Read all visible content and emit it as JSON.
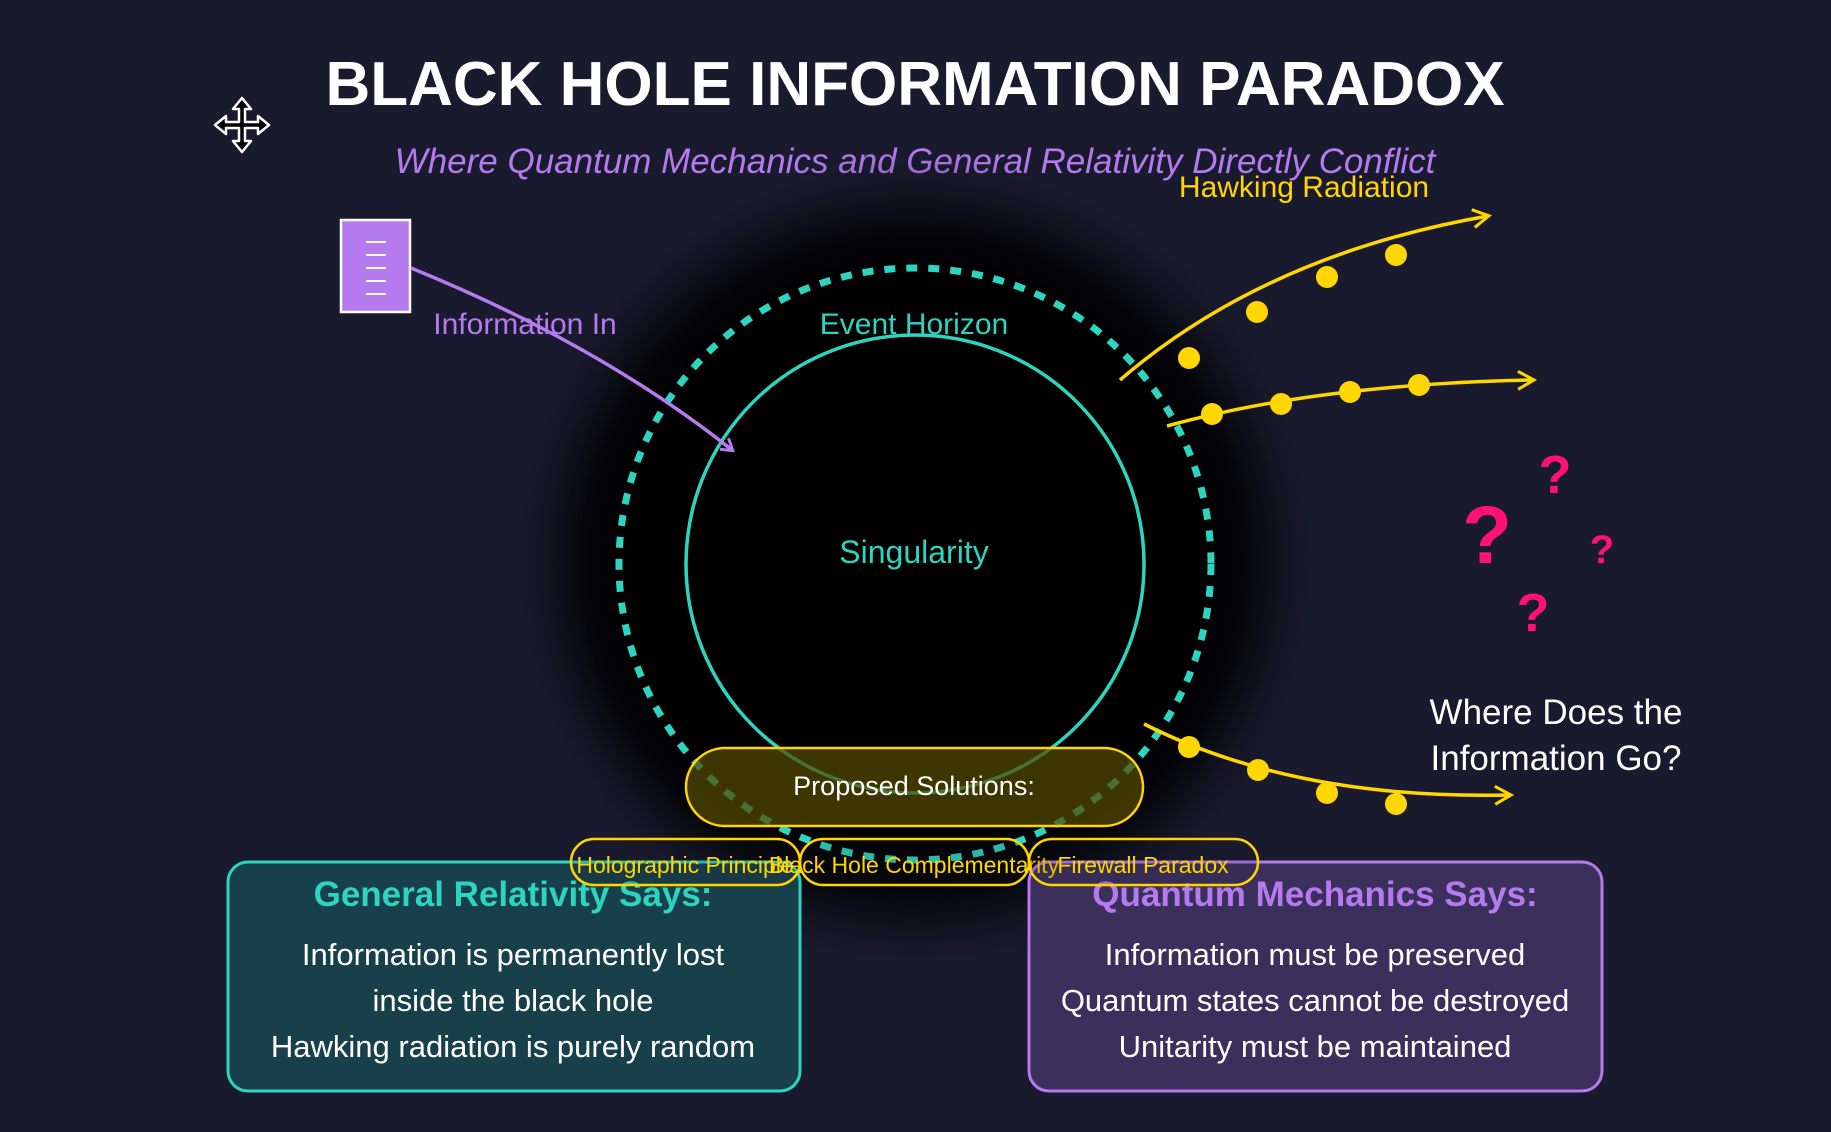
{
  "header": {
    "title": "BLACK HOLE INFORMATION PARADOX",
    "subtitle": "Where Quantum Mechanics and General Relativity Directly Conflict"
  },
  "diagram": {
    "event_horizon_label": "Event Horizon",
    "singularity_label": "Singularity",
    "information_in_label": "Information In",
    "hawking_radiation_label": "Hawking Radiation",
    "question_marks": [
      "?",
      "?",
      "?",
      "?"
    ],
    "question_text_line1": "Where Does the",
    "question_text_line2": "Information Go?"
  },
  "solutions": {
    "heading": "Proposed Solutions:",
    "items": [
      "Holographic Principle",
      "Black Hole Complementarity",
      "Firewall Paradox"
    ]
  },
  "panels": {
    "general_relativity": {
      "title": "General Relativity Says:",
      "lines": [
        "Information is permanently lost",
        "inside the black hole",
        "Hawking radiation is purely random"
      ]
    },
    "quantum_mechanics": {
      "title": "Quantum Mechanics Says:",
      "lines": [
        "Information must be preserved",
        "Quantum states cannot be destroyed",
        "Unitarity must be maintained"
      ]
    }
  },
  "icons": {
    "move": "move-cursor-icon",
    "document": "document-icon"
  },
  "colors": {
    "background": "#1a1a2e",
    "teal": "#2dd4bf",
    "purple": "#b57bee",
    "yellow": "#ffd600",
    "pink": "#ff1177",
    "white": "#ffffff"
  }
}
